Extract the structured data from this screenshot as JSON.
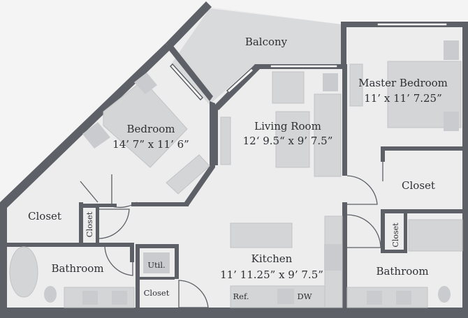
{
  "rooms": {
    "balcony": "Balcony",
    "master_bedroom": "Master Bedroom",
    "master_bedroom_dims": "11’ x 11’ 7.25”",
    "bedroom": "Bedroom",
    "bedroom_dims": "14’ 7” x 11’ 6”",
    "living_room": "Living Room",
    "living_room_dims": "12‘ 9.5“ x 9’ 7.5”",
    "closet_master": "Closet",
    "closet_bedroom": "Closet",
    "closet_vertical_left": "Closet",
    "closet_vertical_right": "Closet",
    "bathroom_left": "Bathroom",
    "bathroom_right": "Bathroom",
    "kitchen": "Kitchen",
    "kitchen_dims": "11’ 11.25” x 9’ 7.5”",
    "util": "Util.",
    "closet_util": "Closet",
    "ref": "Ref.",
    "dw": "DW"
  },
  "colors": {
    "wall": "#5d6066",
    "floor": "#ededee",
    "furniture": "#d4d5d7",
    "balcony": "#d9dadc"
  }
}
